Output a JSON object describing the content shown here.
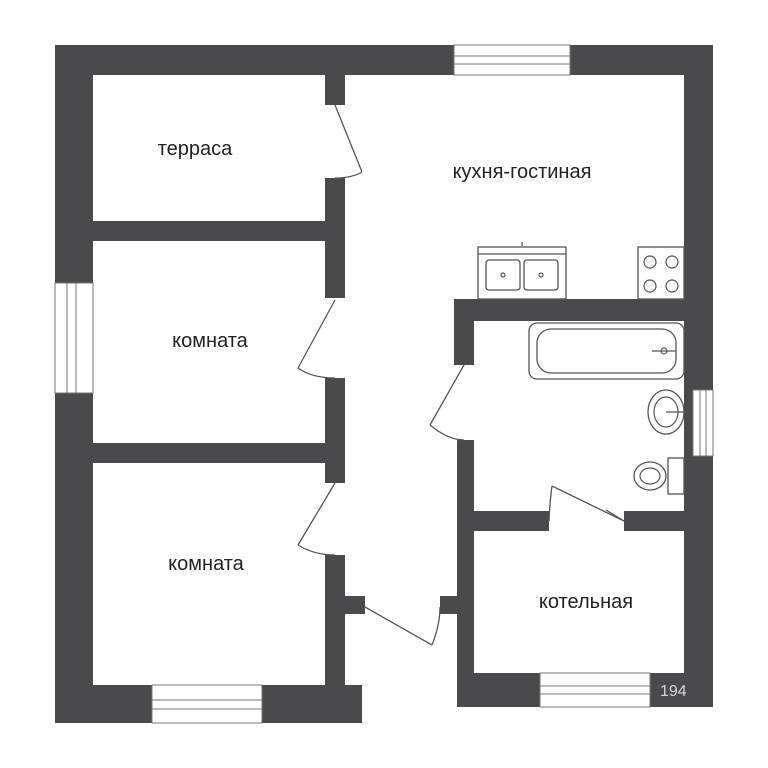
{
  "rooms": {
    "terrace": "терраса",
    "kitchen_living": "кухня-гостиная",
    "room_1": "комната",
    "room_2": "комната",
    "boiler": "котельная"
  },
  "watermark": "194",
  "colors": {
    "wall": "#4a4a4c",
    "background": "#ffffff",
    "line": "#555555"
  }
}
